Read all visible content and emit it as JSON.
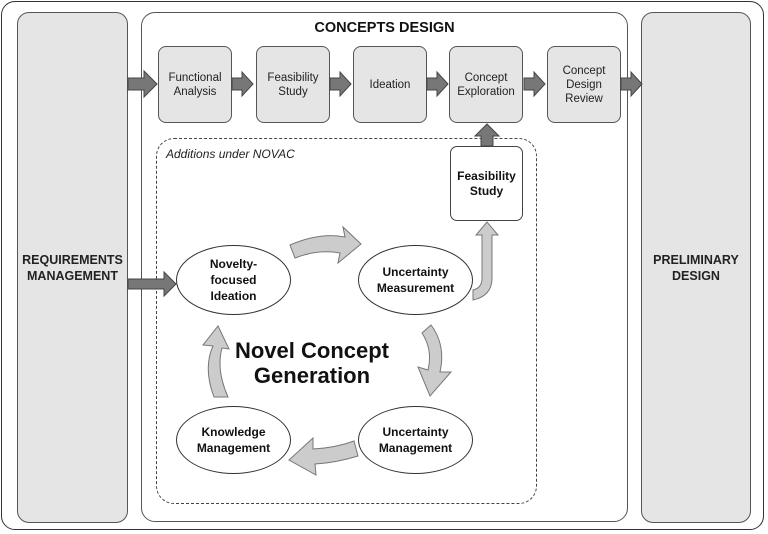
{
  "left_panel": {
    "label": "REQUIREMENTS\nMANAGEMENT"
  },
  "right_panel": {
    "label": "PRELIMINARY\nDESIGN"
  },
  "concepts_design": {
    "title": "CONCEPTS DESIGN",
    "steps": [
      {
        "label": "Functional\nAnalysis"
      },
      {
        "label": "Feasibility\nStudy"
      },
      {
        "label": "Ideation"
      },
      {
        "label": "Concept\nExploration"
      },
      {
        "label": "Concept\nDesign\nReview"
      }
    ]
  },
  "novac": {
    "label": "Additions under NOVAC",
    "feasibility_box": "Feasibility\nStudy",
    "center_title": "Novel Concept\nGeneration",
    "nodes": [
      {
        "label": "Novelty-\nfocused\nIdeation"
      },
      {
        "label": "Uncertainty\nMeasurement"
      },
      {
        "label": "Uncertainty\nManagement"
      },
      {
        "label": "Knowledge\nManagement"
      }
    ]
  },
  "colors": {
    "panel_fill": "#e5e5e5",
    "arrow_dark": "#777777",
    "arrow_light": "#cccccc",
    "stroke": "#444444"
  }
}
